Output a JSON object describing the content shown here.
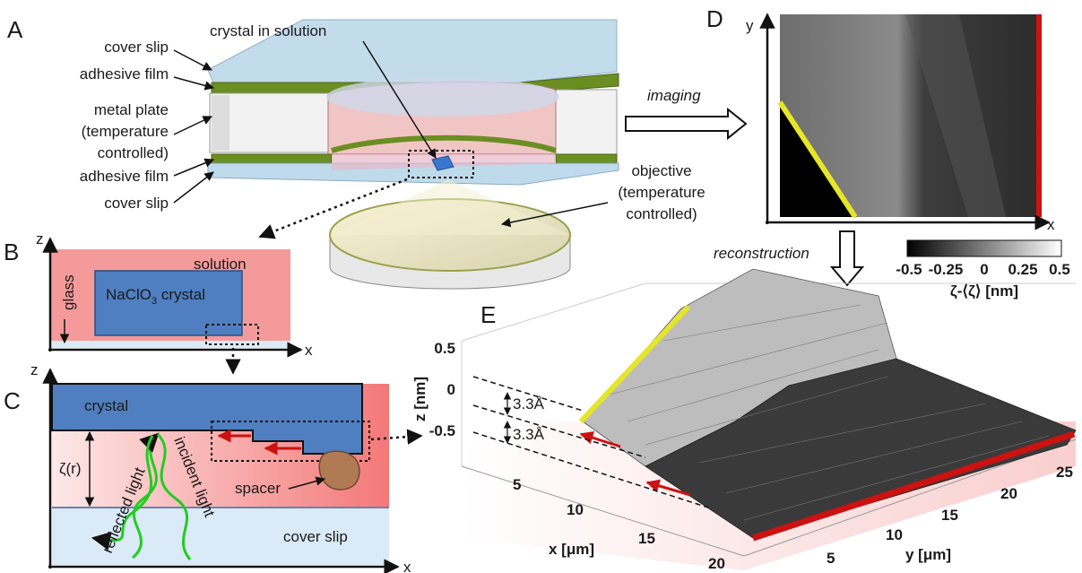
{
  "panels": {
    "a": "A",
    "b": "B",
    "c": "C",
    "d": "D",
    "e": "E"
  },
  "panel_a": {
    "left_labels": [
      "cover slip",
      "adhesive film",
      "metal plate",
      "(temperature",
      "controlled)",
      "adhesive film",
      "cover slip"
    ],
    "crystal_in_solution": "crystal in solution",
    "objective_lines": [
      "objective",
      "(temperature",
      "controlled)"
    ]
  },
  "panel_b": {
    "solution": "solution",
    "crystal": "NaClO",
    "crystal_sub": "3",
    "crystal_suffix": " crystal",
    "glass": "glass",
    "axis_z": "z",
    "axis_x": "x"
  },
  "panel_c": {
    "crystal": "crystal",
    "zeta": "ζ(r)",
    "reflected": "reflected light",
    "incident": "incident light",
    "spacer": "spacer",
    "cover_slip": "cover slip",
    "axis_z": "z",
    "axis_x": "x"
  },
  "arrows": {
    "imaging": "imaging",
    "reconstruction": "reconstruction"
  },
  "panel_d": {
    "axis_y": "y",
    "axis_x": "x",
    "colorbar_ticks": [
      "-0.5",
      "-0.25",
      "0",
      "0.25",
      "0.5"
    ],
    "colorbar_label": "ζ-⟨ζ⟩  [nm]"
  },
  "panel_e": {
    "z_ticks": [
      "0.5",
      "0",
      "-0.5"
    ],
    "z_label": "z [nm]",
    "step_label": "3.3Å",
    "x_ticks": [
      "5",
      "10",
      "15",
      "20"
    ],
    "x_label": "x [μm]",
    "y_ticks": [
      "5",
      "10",
      "15",
      "20",
      "25"
    ],
    "y_label": "y [μm]"
  },
  "colors": {
    "solution": "#f4a0a0",
    "crystal": "#4f7fc0",
    "glass": "#dbeaf7",
    "adhesive": "#6b8e23",
    "step_red": "#cc1111",
    "edge_yellow": "#e5e52a",
    "light_green": "#22cc22",
    "spacer": "#b07a55"
  }
}
